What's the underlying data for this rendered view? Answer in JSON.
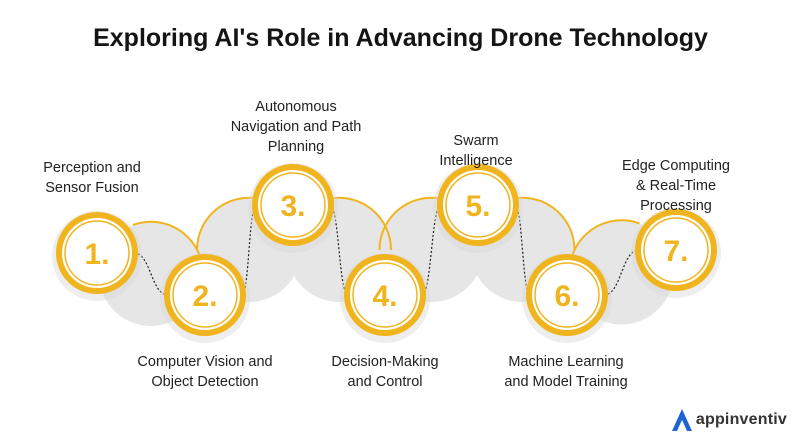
{
  "title": "Exploring AI's Role in Advancing Drone Technology",
  "steps": [
    {
      "number": "1.",
      "label": "Perception and\nSensor Fusion"
    },
    {
      "number": "2.",
      "label": "Computer Vision and\nObject Detection"
    },
    {
      "number": "3.",
      "label": "Autonomous\nNavigation and Path\nPlanning"
    },
    {
      "number": "4.",
      "label": "Decision-Making\nand Control"
    },
    {
      "number": "5.",
      "label": "Swarm\nIntelligence"
    },
    {
      "number": "6.",
      "label": "Machine Learning\nand Model Training"
    },
    {
      "number": "7.",
      "label": "Edge Computing\n& Real-Time Processing"
    }
  ],
  "logo": {
    "text": "appinventiv",
    "icon": "appinventiv-logo-icon"
  },
  "colors": {
    "accent": "#F0B41E",
    "ring_fill": "#FFFFFF",
    "number": "#F0B41E",
    "shadow": "#E8E8E8",
    "arc": "#E6E6E6",
    "connector": "#222222",
    "logo_blue": "#1E63D6"
  }
}
